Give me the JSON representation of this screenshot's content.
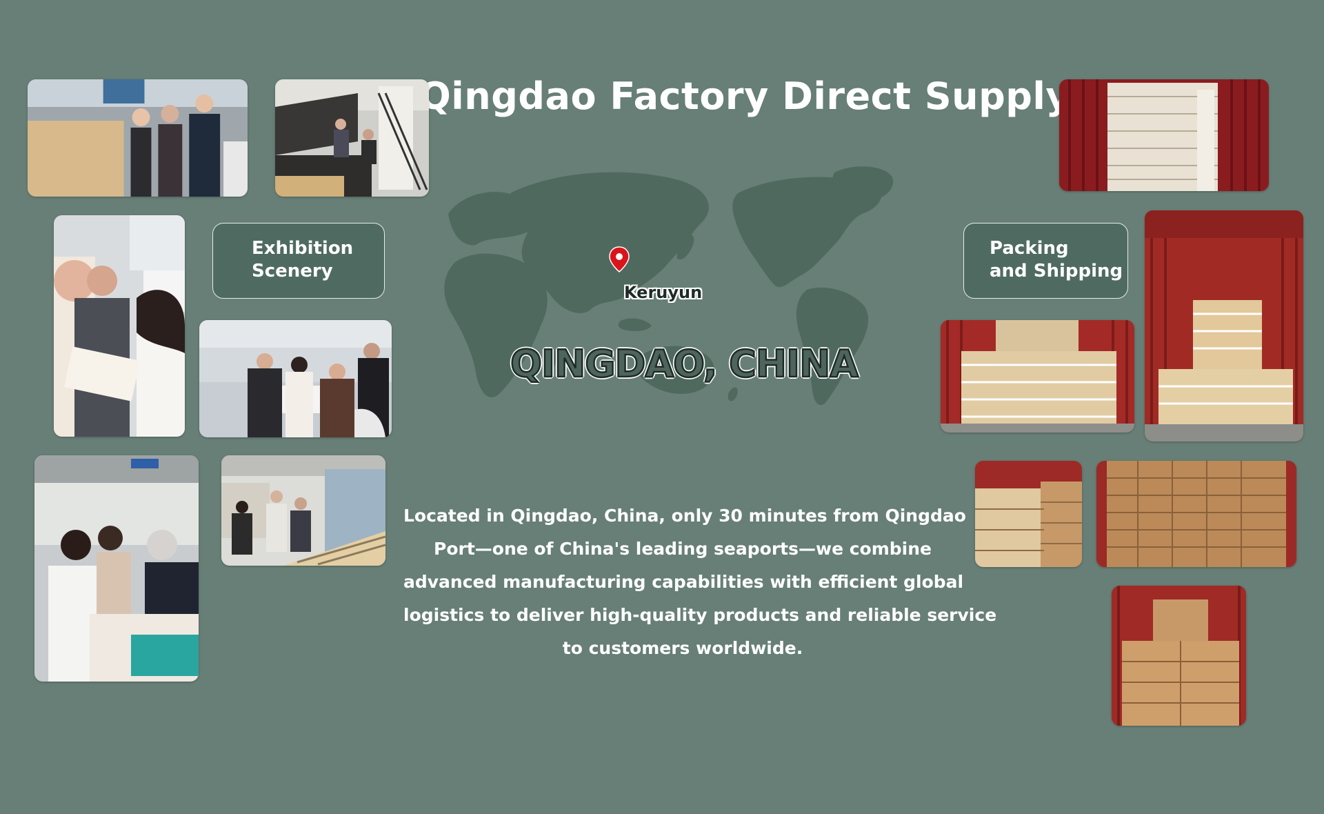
{
  "title": "Qingdao Factory Direct Supply",
  "tags": {
    "exhibition": [
      "Exhibition",
      "Scenery"
    ],
    "packing": [
      "Packing",
      "and Shipping"
    ]
  },
  "map": {
    "pin_label": "Keruyun",
    "city": "QINGDAO, CHINA"
  },
  "description": [
    "Located in Qingdao, China, only 30 minutes from Qingdao",
    "Port—one of China's leading seaports—we combine",
    "advanced manufacturing capabilities with efficient global",
    "logistics to deliver high-quality products and reliable service",
    "to customers worldwide."
  ],
  "colors": {
    "background": "#677f76",
    "map_land": "#4f695f",
    "pin": "#d9151b",
    "tag_fill": "#4f6b61"
  }
}
